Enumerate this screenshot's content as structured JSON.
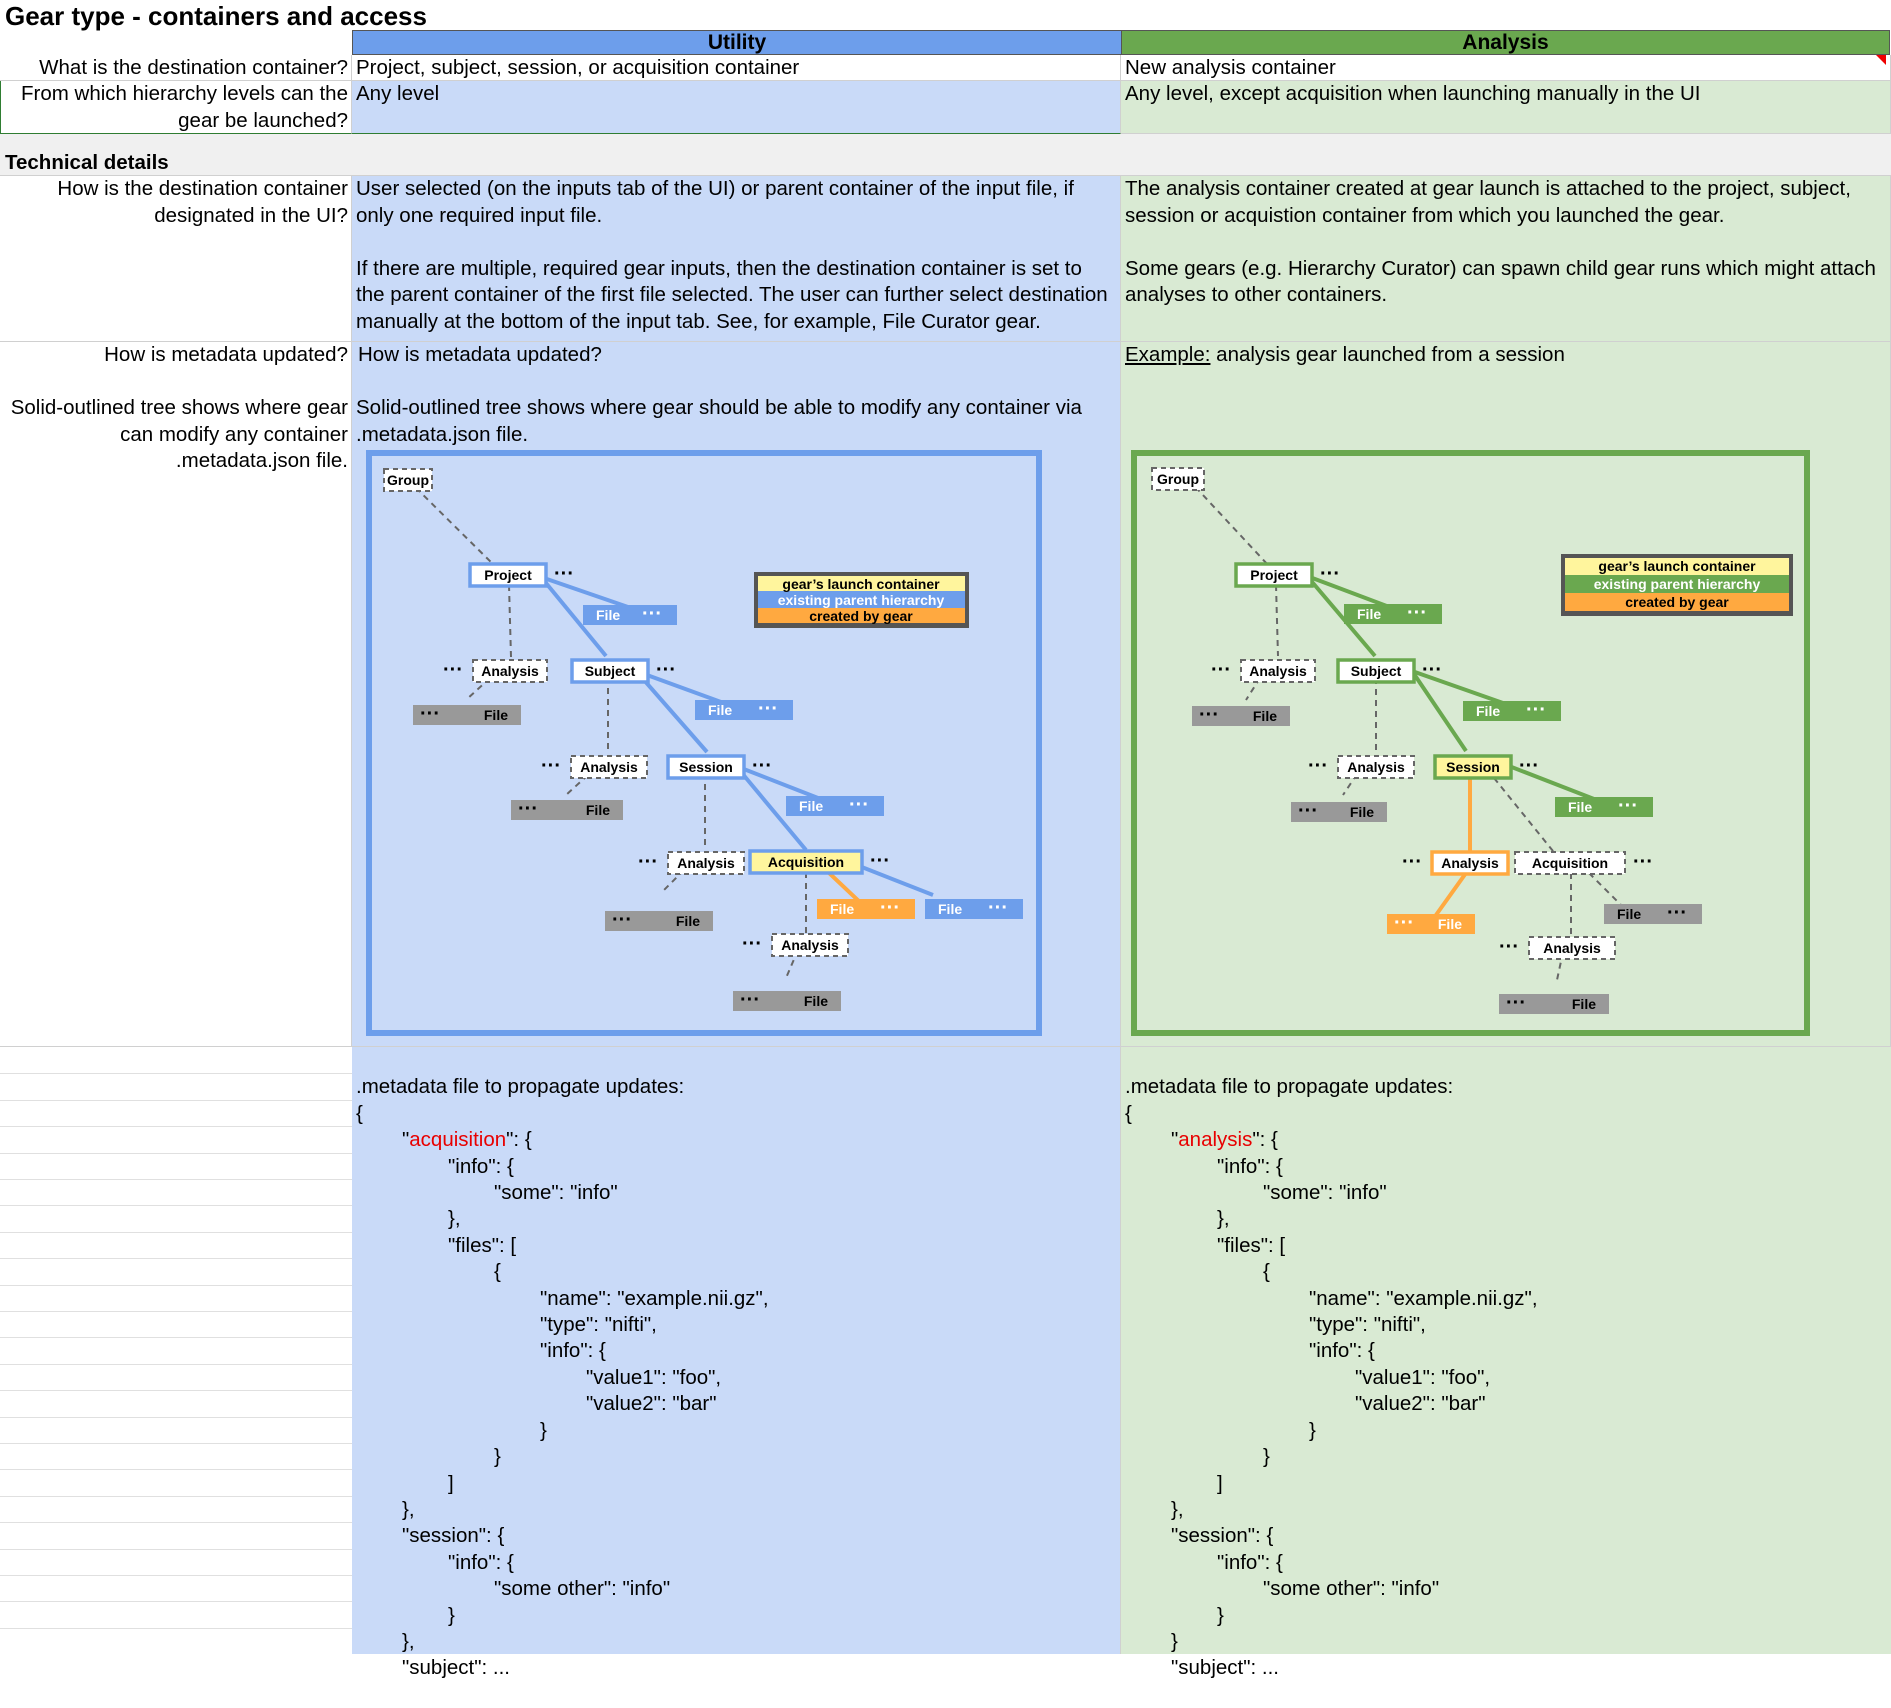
{
  "title": "Gear type - containers and access",
  "columns": {
    "utility": "Utility",
    "analysis": "Analysis"
  },
  "rows": {
    "destination": {
      "label": "What is the destination container?",
      "utility": "Project, subject, session, or acquisition container",
      "analysis": "New analysis container"
    },
    "launch_levels": {
      "label_l1": "From which hierarchy levels can the",
      "label_l2": "gear be launched?",
      "utility": "Any level",
      "analysis": "Any level, except acquisition when launching manually in the UI"
    },
    "section": "Technical details",
    "designated": {
      "label_l1": "How is the destination container",
      "label_l2": "designated in the UI?",
      "utility_p1_l1": "User selected (on the inputs tab of the UI) or parent container of the input file, if",
      "utility_p1_l2": "only one required input file.",
      "utility_p2_l1": "If there are multiple, required gear inputs, then the destination container is set to",
      "utility_p2_l2": "the parent container of the first file selected. The user can further select destination",
      "utility_p2_l3": "manually at the bottom of the input tab. See, for example, File Curator gear.",
      "analysis_p1_l1": "The analysis container created at gear launch is attached to the project, subject,",
      "analysis_p1_l2": "session or acquistion container from which you launched the gear.",
      "analysis_p2_l1": "Some gears (e.g. Hierarchy Curator) can spawn child gear runs which might attach",
      "analysis_p2_l2": "analyses to other containers."
    },
    "metadata": {
      "label_l1": "How is metadata updated?",
      "label_l2": "Solid-outlined tree shows where gear",
      "label_l3": "can modify any container",
      "label_l4": ".metadata.json file.",
      "utility_q": "How is metadata updated?",
      "utility_l1": "Solid-outlined tree shows where gear should be able to modify any container via",
      "utility_l2": ".metadata.json file.",
      "analysis_example": "Example:",
      "analysis_rest": " analysis gear launched from a session"
    }
  },
  "diagram": {
    "legend": {
      "launch": "gear’s launch container",
      "parent": "existing parent hierarchy",
      "created": "created by gear"
    },
    "nodes": {
      "group": "Group",
      "project": "Project",
      "subject": "Subject",
      "session": "Session",
      "acquisition": "Acquisition",
      "analysis": "Analysis",
      "file": "File",
      "ellipsis": "···"
    },
    "colors": {
      "blue": "#6d9eeb",
      "green": "#6aa84f",
      "orange": "#ffa940",
      "yellow": "#fff59d",
      "grey": "#999999"
    }
  },
  "code": {
    "intro": ".metadata file to propagate updates:",
    "open_brace": "{",
    "utility_key": "acquisition",
    "analysis_key": "analysis",
    "key_suffix": "\": {",
    "l_info": "\"info\": {",
    "l_some": "\"some\": \"info\"",
    "l_close_comma": "},",
    "l_files": "\"files\": [",
    "l_brace": "{",
    "l_name": "\"name\": \"example.nii.gz\",",
    "l_type": "\"type\": \"nifti\",",
    "l_info2": "\"info\": {",
    "l_v1": "\"value1\": \"foo\",",
    "l_v2": "\"value2\": \"bar\"",
    "l_close": "}",
    "l_bracket": "]",
    "l_session": "\"session\": {",
    "l_info3": "\"info\": {",
    "l_some_other": "\"some other\": \"info\"",
    "l_subject": "\"subject\": ..."
  }
}
